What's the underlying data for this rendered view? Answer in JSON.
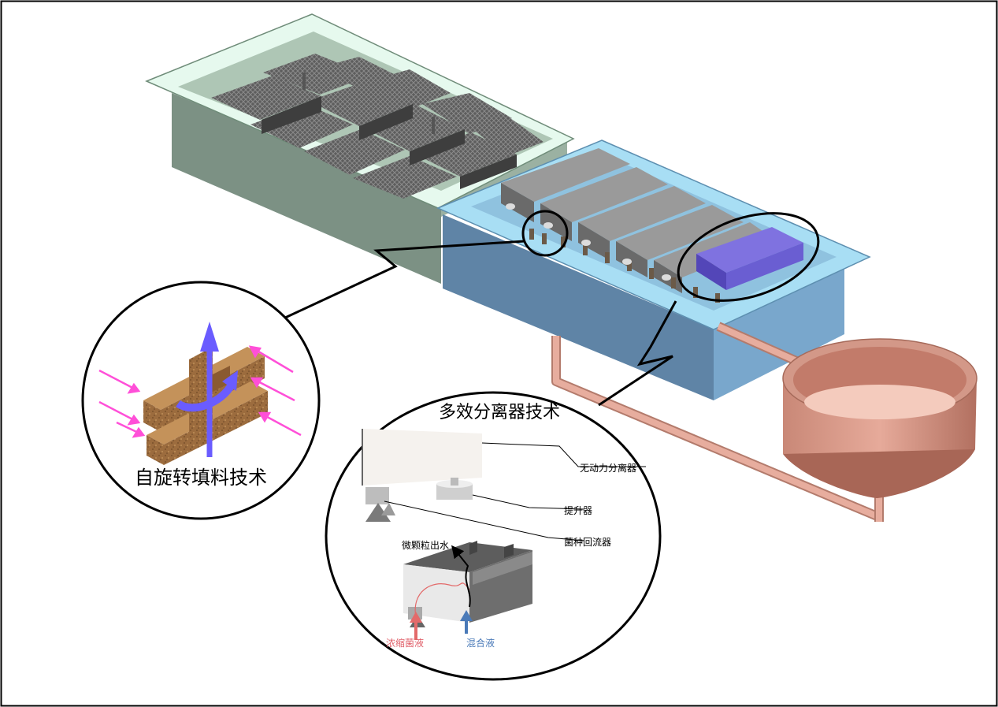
{
  "callouts": {
    "left_title": "自旋转填料技术",
    "right_title": "多效分离器技术"
  },
  "labels": {
    "separator": "无动力分离器",
    "lifter": "提升器",
    "reflux": "菌种回流器",
    "micro_outlet": "微颗粒出水",
    "concentrate": "浓缩菌液",
    "mixed": "混合液"
  },
  "colors": {
    "tank_left": "#7f9385",
    "tank_left_rim": "#e3f7ec",
    "tank_right": "#6a8eae",
    "tank_right_rim": "#a8def2",
    "pipe": "#e3a89a",
    "filler": "#9a6b3f",
    "rotation_arrow": "#6a5cff",
    "inflow_arrow": "#ff4fd8",
    "separator_module": "#7466d6",
    "concentrate_text": "#e0606a",
    "mixed_text": "#4a7ab8"
  }
}
